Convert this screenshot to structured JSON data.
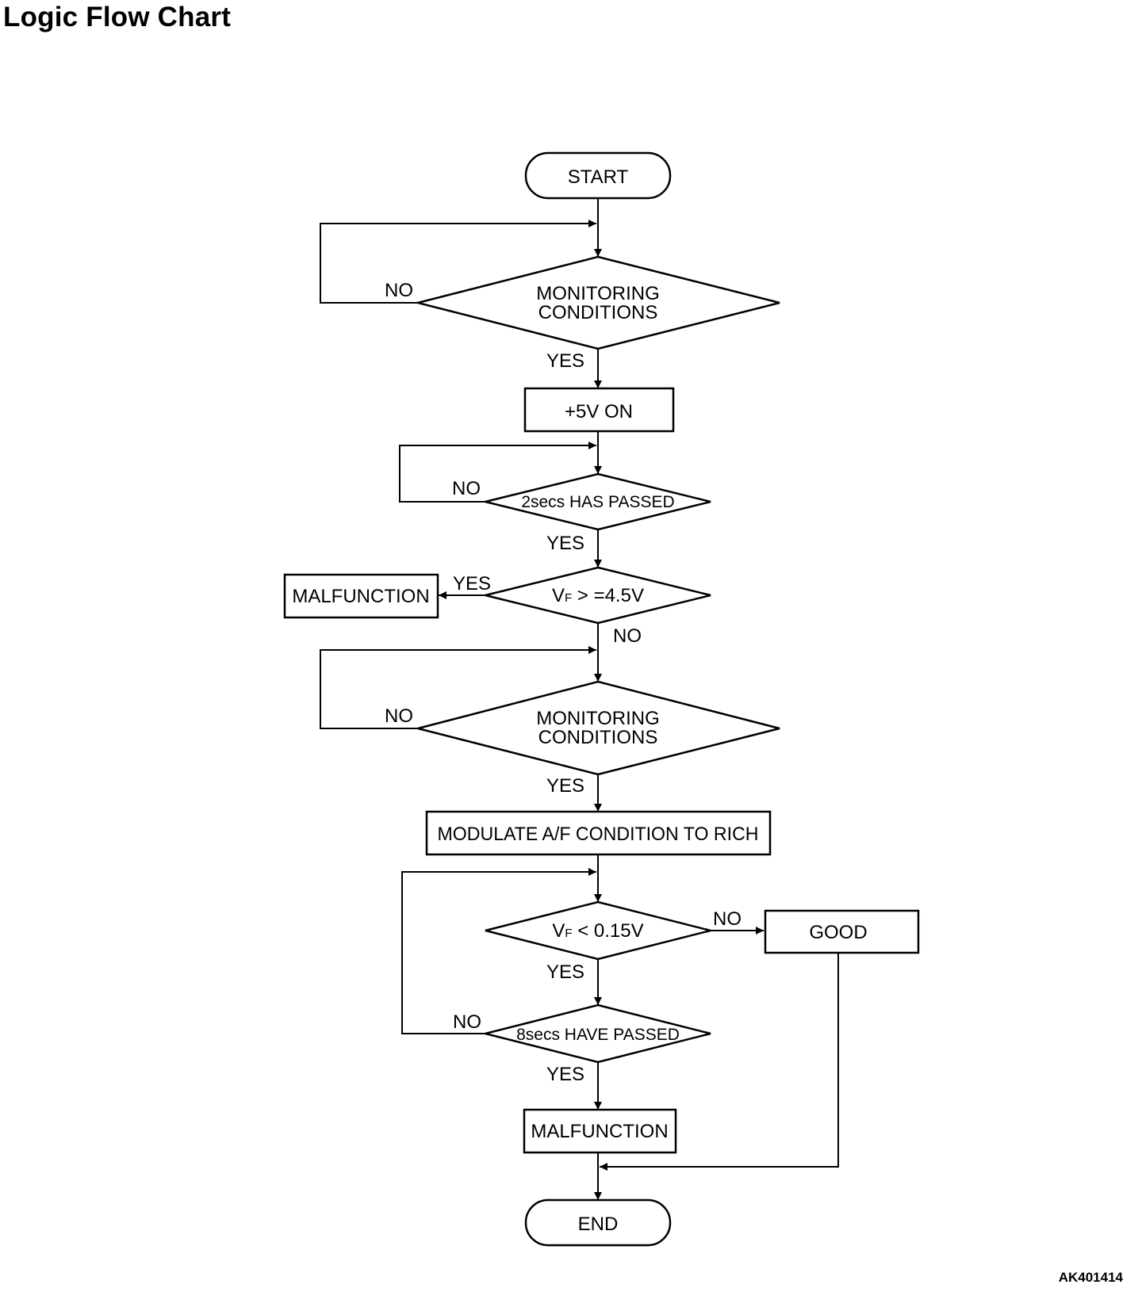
{
  "title": "Logic Flow Chart",
  "figure_id": "AK401414",
  "nodes": {
    "start": "START",
    "monitoring_1": [
      "MONITORING",
      "CONDITIONS"
    ],
    "power_on": "+5V ON",
    "wait_2s": "2secs HAS PASSED",
    "vf_high": {
      "v": "V",
      "sub": "F",
      "rest": " > =4.5V"
    },
    "malfunction_1": "MALFUNCTION",
    "monitoring_2": [
      "MONITORING",
      "CONDITIONS"
    ],
    "modulate": "MODULATE A/F CONDITION TO RICH",
    "vf_low": {
      "v": "V",
      "sub": "F",
      "rest": " < 0.15V"
    },
    "good": "GOOD",
    "wait_8s": "8secs HAVE PASSED",
    "malfunction_2": "MALFUNCTION",
    "end": "END"
  },
  "branch_labels": {
    "yes": "YES",
    "no": "NO"
  }
}
